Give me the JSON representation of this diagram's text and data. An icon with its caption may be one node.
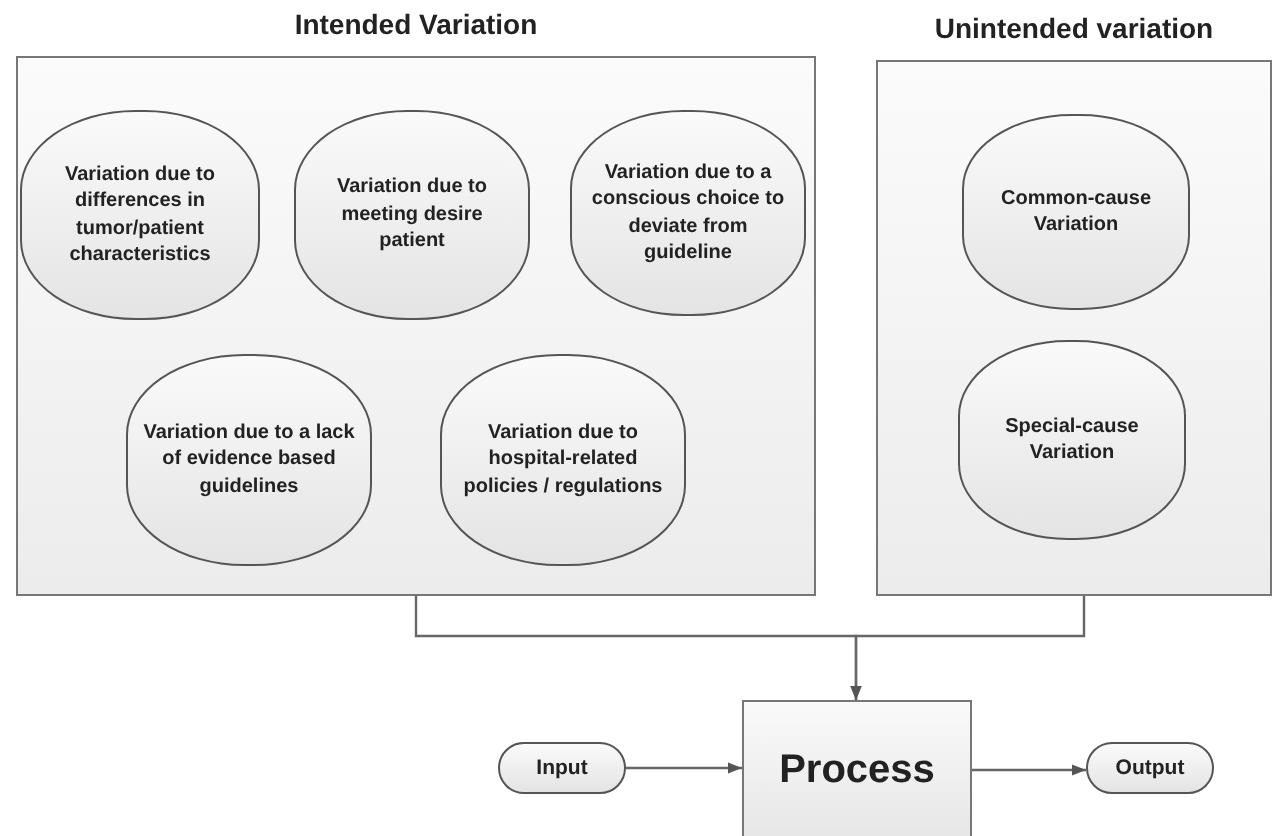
{
  "diagram": {
    "nodes": [
      {
        "text": [
          "Intended Variation"
        ]
      },
      {
        "text": [
          "Variation due to differences in tumor/patient characteristics"
        ],
        "in": 0
      },
      {
        "text": [
          "Variation due to meeting desire patient"
        ],
        "in": 0
      },
      {
        "text": [
          "Variation due to a conscious choice to deviate from guideline"
        ],
        "in": 0
      },
      {
        "text": [
          "Variation due to a lack of evidence based guidelines"
        ],
        "in": 0
      },
      {
        "text": [
          "Variation due to hospital-related policies / regulations"
        ],
        "in": 0
      },
      {
        "text": [
          "Unintended variation"
        ]
      },
      {
        "text": [
          "Common-cause Variation"
        ],
        "in": 6
      },
      {
        "text": [
          "Special-cause Variation"
        ],
        "in": 6
      },
      {
        "text": [
          "Process"
        ]
      },
      {
        "text": [
          "Input"
        ]
      },
      {
        "text": [
          "Output"
        ]
      }
    ],
    "edges": [
      {
        "from": 0,
        "to": 9,
        "arrow": "to"
      },
      {
        "from": 6,
        "to": 9,
        "arrow": "to"
      },
      {
        "from": 10,
        "to": 9,
        "arrow": "to"
      },
      {
        "from": 9,
        "to": 11,
        "arrow": "to"
      }
    ]
  }
}
